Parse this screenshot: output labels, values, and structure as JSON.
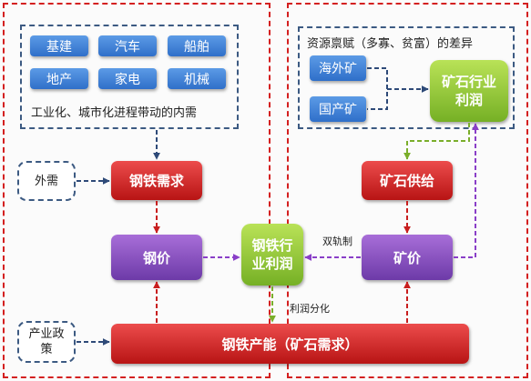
{
  "left_panel": {
    "demand_group": {
      "items": [
        "基建",
        "汽车",
        "船舶",
        "地产",
        "家电",
        "机械"
      ],
      "caption": "工业化、城市化进程带动的内需"
    },
    "external_demand": "外需",
    "steel_demand": "钢铁需求",
    "steel_price": "钢价",
    "industry_policy": "产业政策"
  },
  "center": {
    "steel_profit": "钢铁行业利润",
    "dual_track": "双轨制",
    "profit_split": "利润分化",
    "capacity": "钢铁产能（矿石需求）"
  },
  "right_panel": {
    "resource_group": {
      "title": "资源禀赋（多寡、贫富）的差异",
      "overseas_ore": "海外矿",
      "domestic_ore": "国产矿"
    },
    "ore_profit": "矿石行业利润",
    "ore_supply": "矿石供给",
    "ore_price": "矿价"
  },
  "colors": {
    "panel_border": "#d42020",
    "group_border": "#3c5a82",
    "red_box": "#c82020",
    "purple_box": "#8a4fc4",
    "green_box": "#8cc63f",
    "blue_box": "#3f82d8",
    "arrow_red": "#c81e1e",
    "arrow_purple": "#8a3fc8",
    "arrow_green": "#7aae2a",
    "arrow_navy": "#2e4a78"
  }
}
